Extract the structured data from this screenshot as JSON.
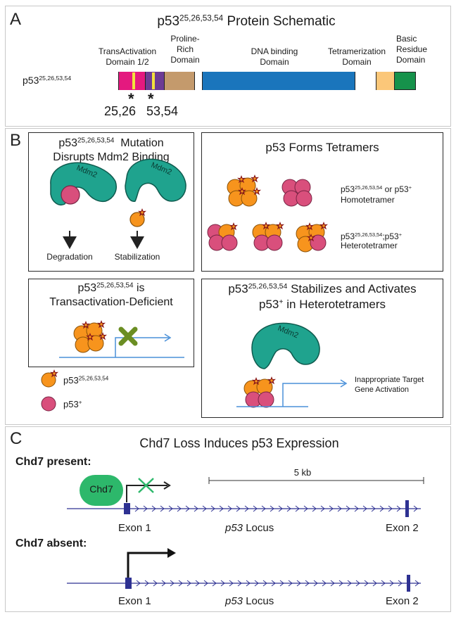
{
  "panels": {
    "a": "A",
    "b": "B",
    "c": "C"
  },
  "schematic": {
    "title_main": "p53",
    "title_sup": "25,26,53,54",
    "title_rest": " Protein Schematic",
    "row_label_main": "p53",
    "row_label_sup": "25,26,53,54",
    "domains": {
      "ta_line1": "TransActivation",
      "ta_line2": "Domain 1/2",
      "pro_line1": "Proline-",
      "pro_line2": "Rich",
      "pro_line3": "Domain",
      "dna_line1": "DNA binding",
      "dna_line2": "Domain",
      "tet_line1": "Tetramerization",
      "tet_line2": "Domain",
      "basic_line1": "Basic",
      "basic_line2": "Residue",
      "basic_line3": "Domain"
    },
    "star": "*",
    "mut1": "25,26",
    "mut2": "53,54",
    "colors": {
      "ta1": "#e4197f",
      "ta2": "#6d3b94",
      "marker": "#f2e23c",
      "proline": "#c49a6c",
      "gap": "#ffffff",
      "dna": "#1a75bc",
      "tet": "#ffffff",
      "tail": "#fbc779",
      "basic": "#16924b"
    }
  },
  "mdm2_panel": {
    "title_main": "p53",
    "title_sup": "25,26,53,54",
    "title_rest": "  Mutation",
    "title_line2": "Disrupts Mdm2 Binding",
    "mdm2_label": "Mdm2",
    "outcome1": "Degradation",
    "outcome2": "Stabilization"
  },
  "tetramer_panel": {
    "title": "p53 Forms Tetramers",
    "homo_main": "p53",
    "homo_sup": "25,26,53,54",
    "homo_mid": " or p53",
    "homo_sup2": "+",
    "homo_line2": "Homotetramer",
    "hetero_main": "p53",
    "hetero_sup": "25,26,53,54",
    "hetero_mid": ";p53",
    "hetero_sup2": "+",
    "hetero_line2": "Heterotetramer"
  },
  "ta_panel": {
    "title_main": "p53",
    "title_sup": "25,26,53,54",
    "title_rest": " is",
    "title_line2": "Transactivation-Deficient"
  },
  "legend": {
    "mutant_main": "p53",
    "mutant_sup": "25,26,53,54",
    "wt_main": "p53",
    "wt_sup": "+"
  },
  "stabilize_panel": {
    "title_main": "p53",
    "title_sup": "25,26,53,54",
    "title_rest": " Stabilizes and Activates",
    "title_line2_main": "p53",
    "title_line2_sup": "+",
    "title_line2_rest": " in Heterotetramers",
    "mdm2_label": "Mdm2",
    "target_line1": "Inappropriate Target",
    "target_line2": "Gene Activation"
  },
  "chd7": {
    "title": "Chd7 Loss Induces p53 Expression",
    "present_label": "Chd7 present:",
    "absent_label": "Chd7 absent:",
    "chd7_label": "Chd7",
    "scale_label": "5 kb",
    "exon1": "Exon 1",
    "exon2": "Exon 2",
    "locus_italic": "p53",
    "locus_rest": " Locus"
  },
  "colors": {
    "mdm2": "#1fa38e",
    "mutant": "#f7941d",
    "wt": "#d94f7c",
    "star": "#8b1a1a",
    "chd7": "#2db86b",
    "locus": "#2e3192",
    "arrow_blue": "#4a90d9",
    "cross": "#6b8e23"
  }
}
